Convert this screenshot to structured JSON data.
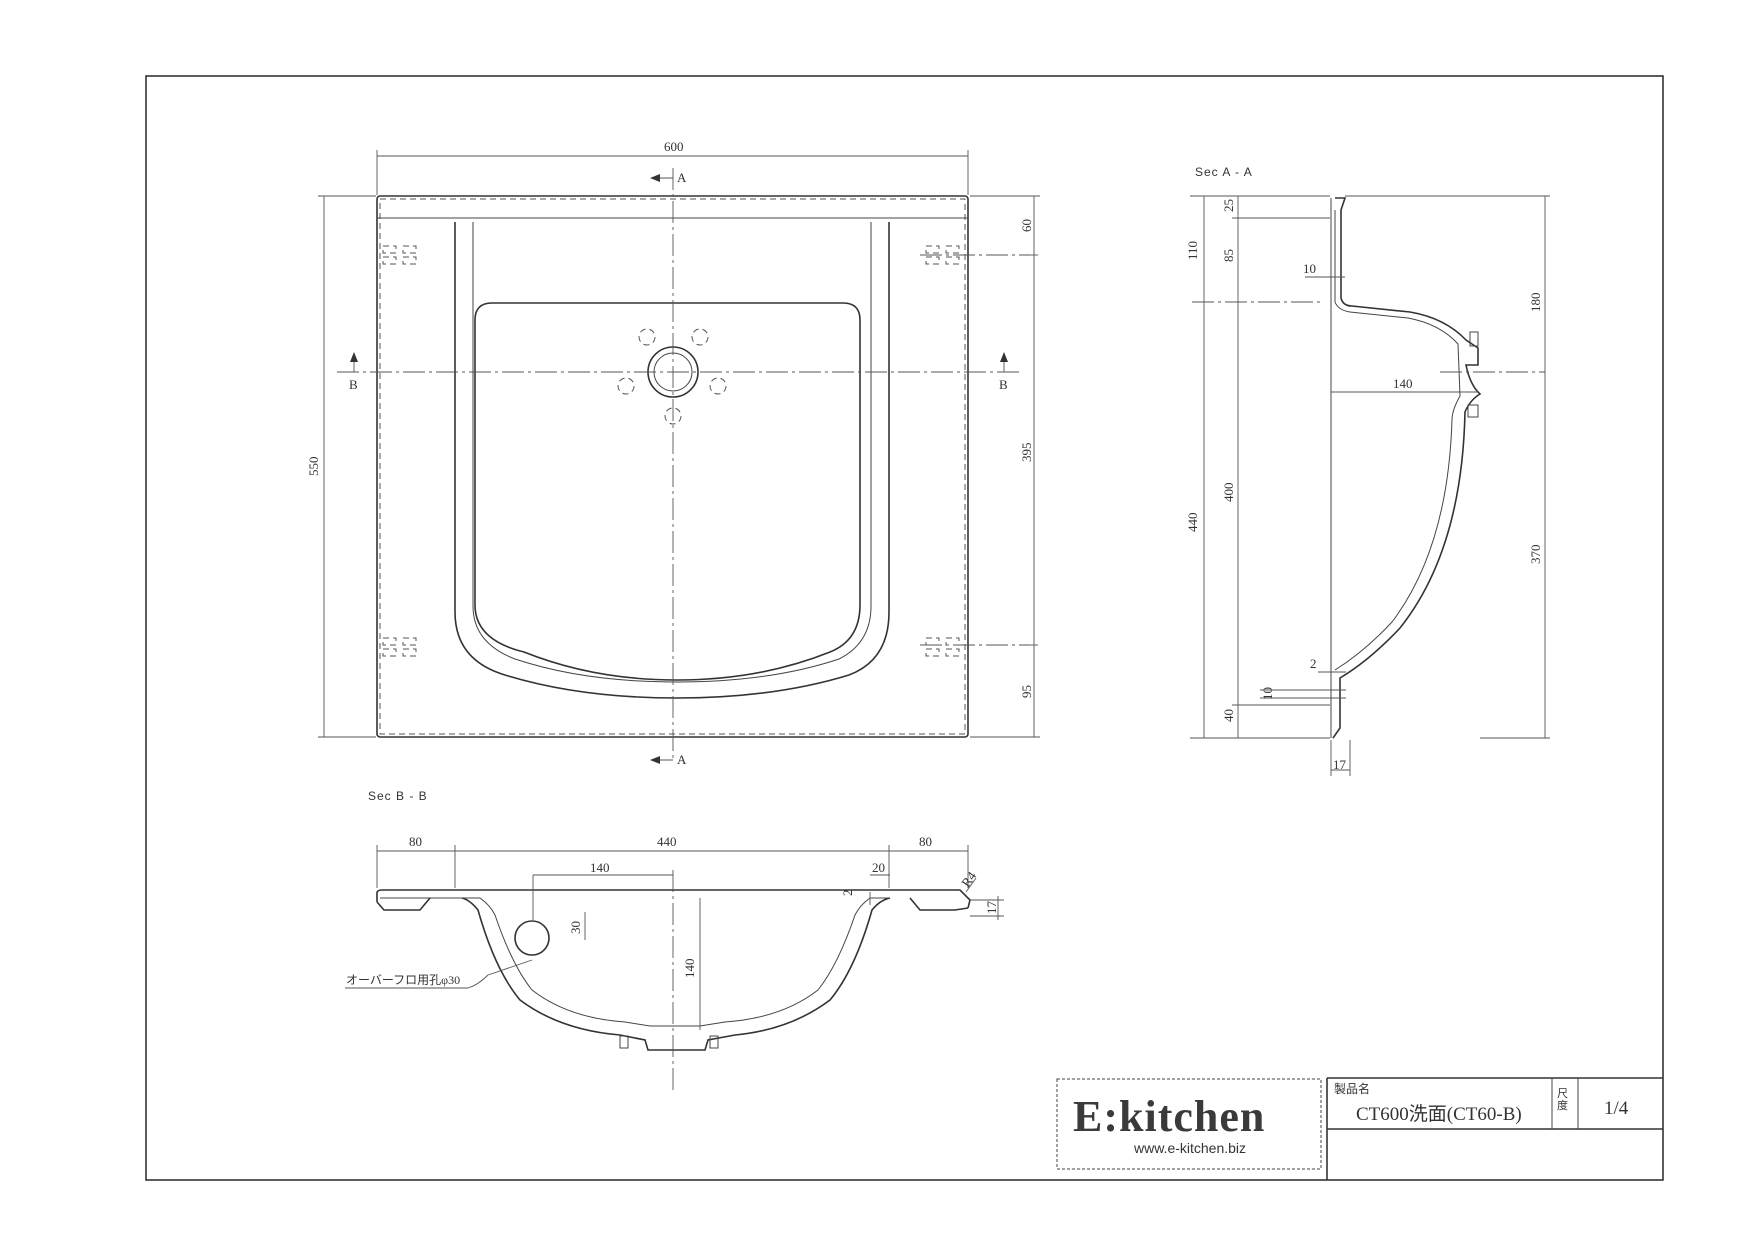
{
  "plan_view": {
    "width": "600",
    "height": "550",
    "section_a": "A",
    "section_b": "B",
    "dim_top": "60",
    "dim_mid": "395",
    "dim_bottom": "95"
  },
  "section_aa": {
    "title": "Sec A - A",
    "dim_110": "110",
    "dim_25": "25",
    "dim_85": "85",
    "dim_10": "10",
    "dim_180": "180",
    "dim_140": "140",
    "dim_440": "440",
    "dim_400": "400",
    "dim_370": "370",
    "dim_2": "2",
    "dim_10b": "10",
    "dim_40": "40",
    "dim_17": "17"
  },
  "section_bb": {
    "title": "Sec B - B",
    "dim_80_left": "80",
    "dim_440": "440",
    "dim_80_right": "80",
    "dim_140_top": "140",
    "dim_20": "20",
    "dim_r4": "R4",
    "dim_2": "2",
    "dim_17": "17",
    "dim_30": "30",
    "dim_140_depth": "140",
    "overflow_label": "オーバーフロ用孔φ30"
  },
  "title_block": {
    "logo": "E:kitchen",
    "website": "www.e-kitchen.biz",
    "product_label": "製品名",
    "product_name": "CT600洗面(CT60-B)",
    "scale_label": "尺度",
    "scale_value": "1/4"
  }
}
